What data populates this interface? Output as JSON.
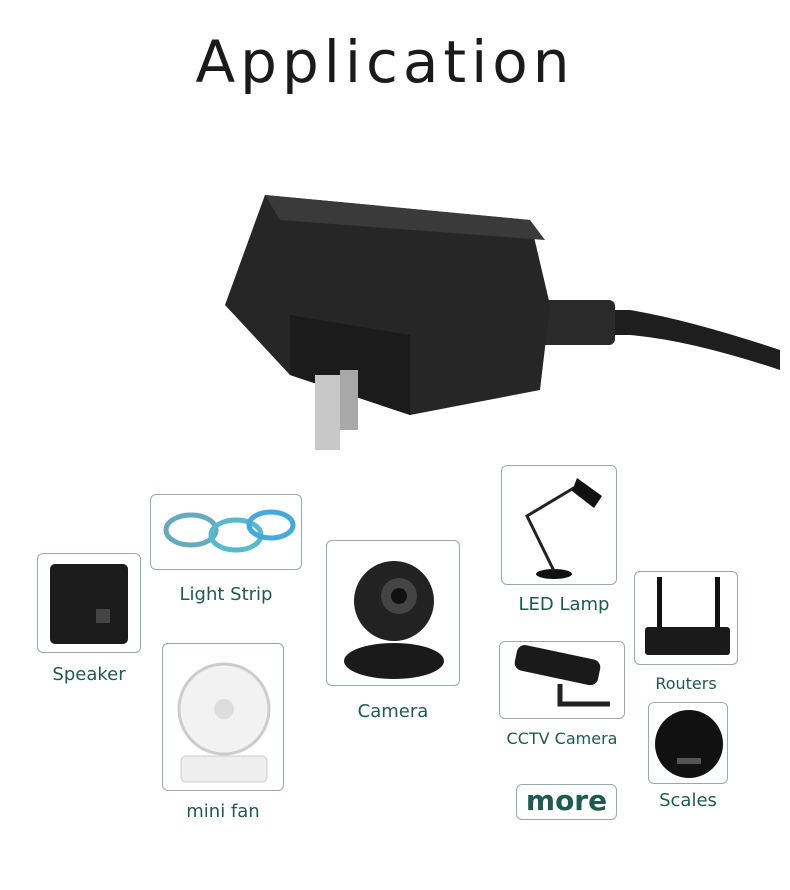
{
  "title": "Application",
  "items": [
    {
      "label": "Light Strip",
      "icon": "light-strip"
    },
    {
      "label": "Speaker",
      "icon": "speaker"
    },
    {
      "label": "Camera",
      "icon": "camera"
    },
    {
      "label": "mini fan",
      "icon": "fan"
    },
    {
      "label": "LED Lamp",
      "icon": "lamp"
    },
    {
      "label": "Routers",
      "icon": "router"
    },
    {
      "label": "CCTV Camera",
      "icon": "cctv"
    },
    {
      "label": "Scales",
      "icon": "scale"
    }
  ],
  "more_label": "more",
  "colors": {
    "label": "#1e5a50",
    "border": "#99aaaa"
  }
}
